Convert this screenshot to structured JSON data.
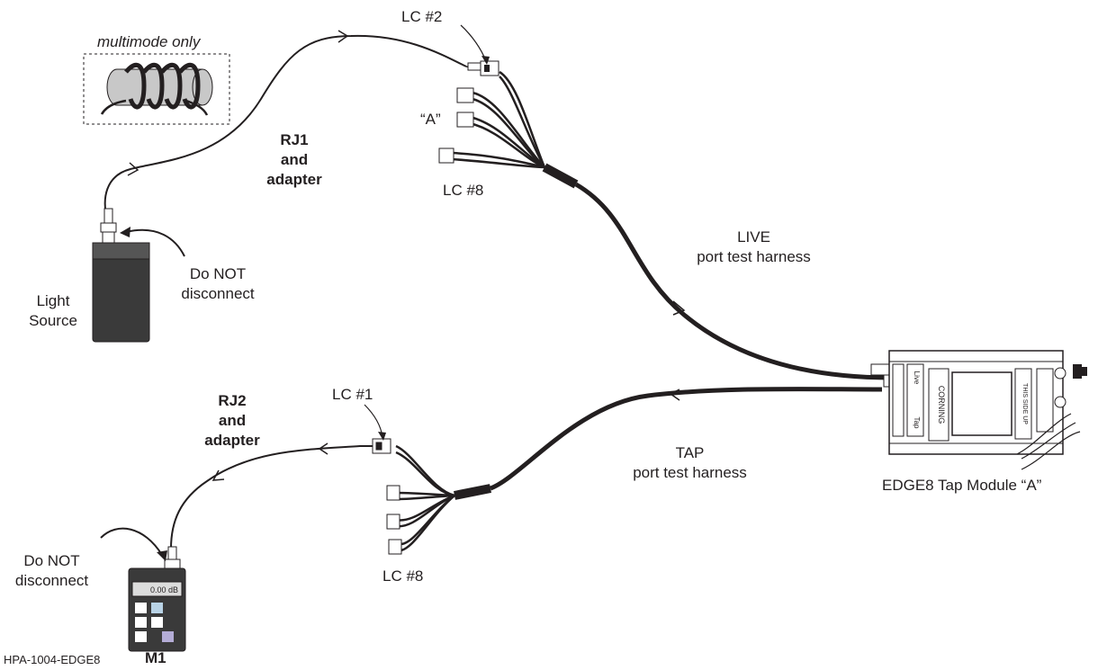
{
  "labels": {
    "multimode_only": "multimode only",
    "rj1_line1": "RJ1",
    "rj1_line2": "and",
    "rj1_line3": "adapter",
    "lc2": "LC  #2",
    "a_label": "“A”",
    "lc8_top": "LC  #8",
    "live_line1": "LIVE",
    "live_line2": "port test harness",
    "do_not_1_line1": "Do NOT",
    "do_not_1_line2": "disconnect",
    "light_line1": "Light",
    "light_line2": "Source",
    "lc1": "LC  #1",
    "rj2_line1": "RJ2",
    "rj2_line2": "and",
    "rj2_line3": "adapter",
    "tap_line1": "TAP",
    "tap_line2": "port test harness",
    "module_label": "EDGE8 Tap Module “A”",
    "lc8_bottom": "LC  #8",
    "do_not_2_line1": "Do NOT",
    "do_not_2_line2": "disconnect",
    "figure_id": "HPA-1004-EDGE8",
    "m1": "M1",
    "meter_display": "0.00 dB",
    "module_corning": "CORNING",
    "module_live": "Live",
    "module_tap": "Tap",
    "module_side": "THIS SIDE UP"
  },
  "colors": {
    "ink": "#231f20",
    "device_body": "#3a3a3a",
    "display": "#dcdcdc",
    "key_blue": "#b9d3e6",
    "key_purple": "#b4acd6",
    "coil_gray": "#c8c8c8"
  }
}
